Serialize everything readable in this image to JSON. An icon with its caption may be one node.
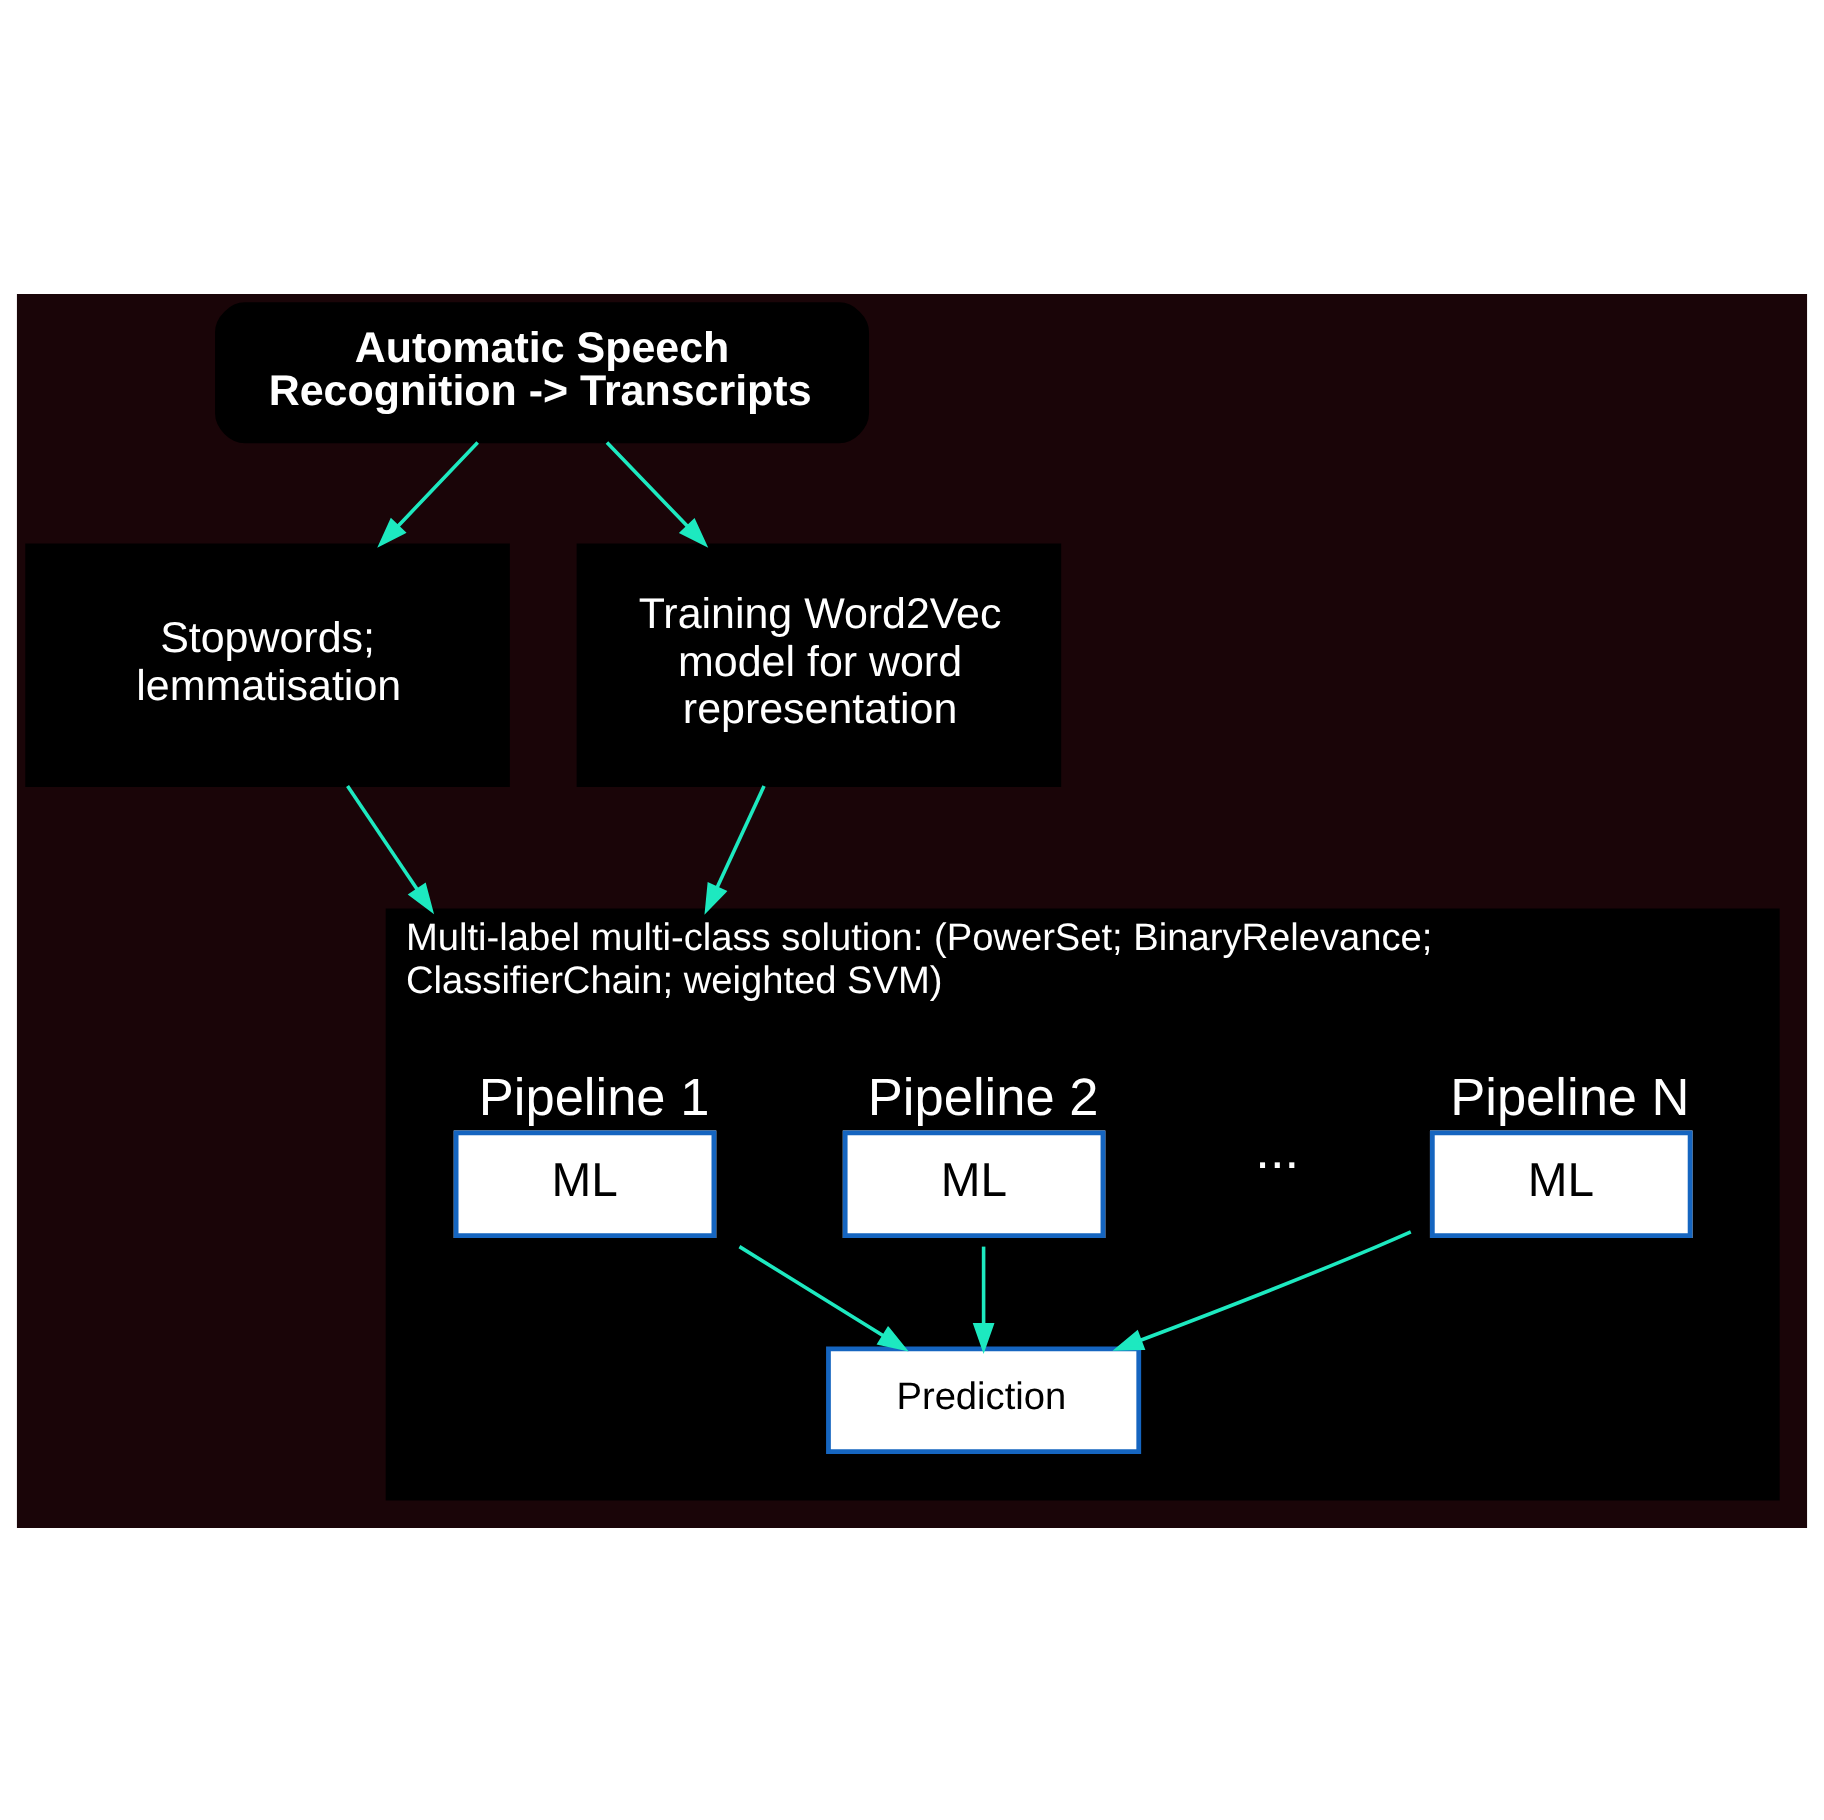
{
  "diagram": {
    "nodes": [
      {
        "text": [
          "Automatic Speech Recognition -> Transcripts"
        ]
      },
      {
        "text": [
          "Stopwords; lemmatisation"
        ]
      },
      {
        "text": [
          "Training Word2Vec model for word representation"
        ]
      },
      {
        "text": [
          "Multi-label multi-class solution: (PowerSet; BinaryRelevance; ClassifierChain; weighted SVM)"
        ]
      },
      {
        "text": [
          "Pipeline 1",
          "ML"
        ],
        "in": 3
      },
      {
        "text": [
          "Pipeline 2",
          "ML"
        ],
        "in": 3
      },
      {
        "text": [
          "Pipeline N",
          "ML"
        ],
        "in": 3
      },
      {
        "text": [
          "Prediction"
        ],
        "in": 3
      }
    ],
    "edges": [
      {
        "from": 0,
        "to": 1,
        "arrow": "to"
      },
      {
        "from": 0,
        "to": 2,
        "arrow": "to"
      },
      {
        "from": 1,
        "to": 3,
        "arrow": "to"
      },
      {
        "from": 2,
        "to": 3,
        "arrow": "to"
      },
      {
        "from": 4,
        "to": 7,
        "arrow": "to"
      },
      {
        "from": 5,
        "to": 7,
        "arrow": "to"
      },
      {
        "from": 6,
        "to": 7,
        "arrow": "to"
      }
    ],
    "labels": [
      "..."
    ]
  }
}
